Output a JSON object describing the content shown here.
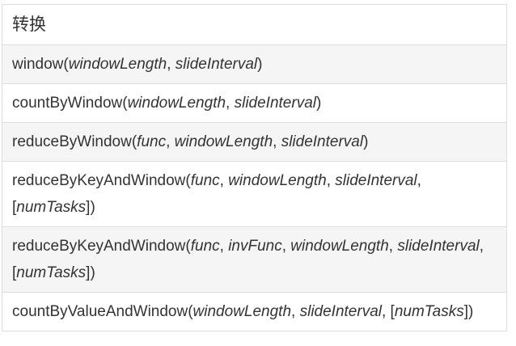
{
  "page": {
    "background": "#ffffff"
  },
  "table": {
    "header": "转换",
    "colors": {
      "stripe_bg": "#f5f5f5",
      "row_bg": "#ffffff",
      "border": "#dddddd",
      "text": "#333333"
    },
    "rows": [
      {
        "striped": true,
        "segments": [
          {
            "text": "window(",
            "italic": false
          },
          {
            "text": "windowLength",
            "italic": true
          },
          {
            "text": ", ",
            "italic": false
          },
          {
            "text": "slideInterval",
            "italic": true
          },
          {
            "text": ")",
            "italic": false
          }
        ]
      },
      {
        "striped": false,
        "segments": [
          {
            "text": "countByWindow(",
            "italic": false
          },
          {
            "text": "windowLength",
            "italic": true
          },
          {
            "text": ", ",
            "italic": false
          },
          {
            "text": "slideInterval",
            "italic": true
          },
          {
            "text": ")",
            "italic": false
          }
        ]
      },
      {
        "striped": true,
        "segments": [
          {
            "text": "reduceByWindow(",
            "italic": false
          },
          {
            "text": "func",
            "italic": true
          },
          {
            "text": ", ",
            "italic": false
          },
          {
            "text": "windowLength",
            "italic": true
          },
          {
            "text": ", ",
            "italic": false
          },
          {
            "text": "slideInterval",
            "italic": true
          },
          {
            "text": ")",
            "italic": false
          }
        ]
      },
      {
        "striped": false,
        "segments": [
          {
            "text": "reduceByKeyAndWindow(",
            "italic": false
          },
          {
            "text": "func",
            "italic": true
          },
          {
            "text": ", ",
            "italic": false
          },
          {
            "text": "windowLength",
            "italic": true
          },
          {
            "text": ", ",
            "italic": false
          },
          {
            "text": "slideInterval",
            "italic": true
          },
          {
            "text": ",",
            "italic": false
          },
          {
            "break": true
          },
          {
            "text": "[",
            "italic": false
          },
          {
            "text": "numTasks",
            "italic": true
          },
          {
            "text": "])",
            "italic": false
          }
        ]
      },
      {
        "striped": true,
        "segments": [
          {
            "text": "reduceByKeyAndWindow(",
            "italic": false
          },
          {
            "text": "func",
            "italic": true
          },
          {
            "text": ", ",
            "italic": false
          },
          {
            "text": "invFunc",
            "italic": true
          },
          {
            "text": ", ",
            "italic": false
          },
          {
            "text": "windowLength",
            "italic": true
          },
          {
            "text": ", ",
            "italic": false
          },
          {
            "text": "slideInterval",
            "italic": true
          },
          {
            "text": ",",
            "italic": false
          },
          {
            "break": true
          },
          {
            "text": "[",
            "italic": false
          },
          {
            "text": "numTasks",
            "italic": true
          },
          {
            "text": "])",
            "italic": false
          }
        ]
      },
      {
        "striped": false,
        "segments": [
          {
            "text": "countByValueAndWindow(",
            "italic": false
          },
          {
            "text": "windowLength",
            "italic": true
          },
          {
            "text": ", ",
            "italic": false
          },
          {
            "text": "slideInterval",
            "italic": true
          },
          {
            "text": ", [",
            "italic": false
          },
          {
            "text": "numTasks",
            "italic": true
          },
          {
            "text": "])",
            "italic": false
          }
        ]
      }
    ]
  }
}
